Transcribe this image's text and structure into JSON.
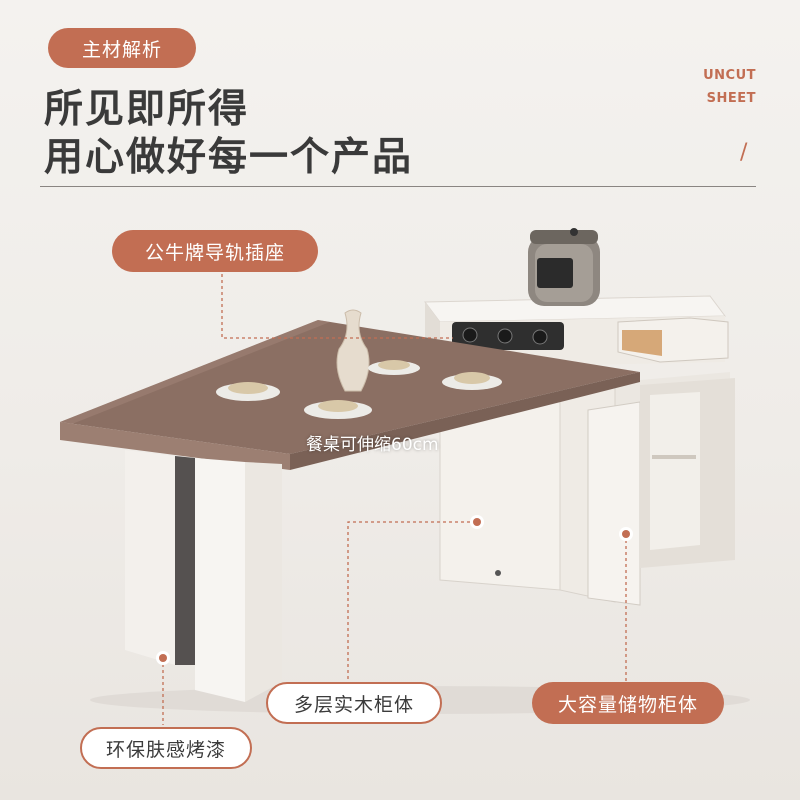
{
  "header": {
    "tag": "主材解析",
    "headline_line1": "所见即所得",
    "headline_line2": "用心做好每一个产品",
    "corner_line1": "UNCUT",
    "corner_line2": "SHEET",
    "corner_mark": "/"
  },
  "callouts": {
    "socket": "公牛牌导轨插座",
    "extend": "餐桌可伸缩60cm",
    "wood_cabinet": "多层实木柜体",
    "storage": "大容量储物柜体",
    "paint": "环保肤感烤漆"
  },
  "colors": {
    "accent": "#c26e53",
    "tabletop": "#8b6f63",
    "cabinet": "#f2efea",
    "headline": "#3a3a3a"
  }
}
